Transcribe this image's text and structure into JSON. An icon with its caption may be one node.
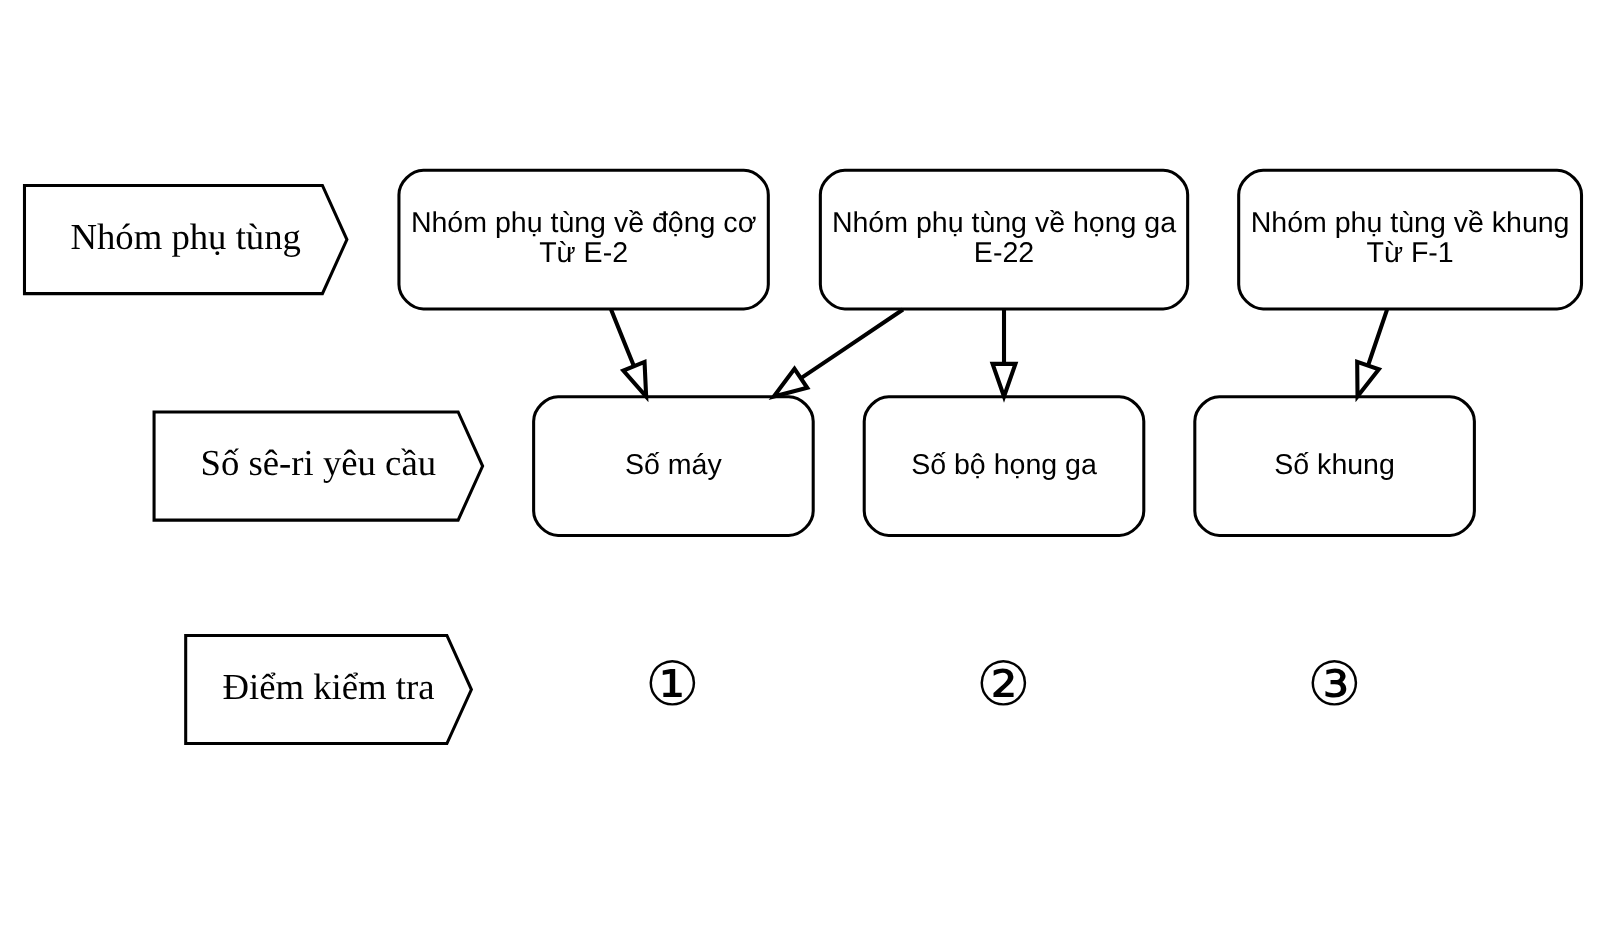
{
  "diagram": {
    "nodes": [
      {
        "text": [
          "Nhóm phụ tùng"
        ]
      },
      {
        "text": [
          "Nhóm phụ tùng về động cơ",
          "Từ E-2"
        ]
      },
      {
        "text": [
          "Nhóm phụ tùng về họng ga",
          "E-22"
        ]
      },
      {
        "text": [
          "Nhóm phụ tùng về khung",
          "Từ F-1"
        ]
      },
      {
        "text": [
          "Số sê-ri yêu cầu"
        ]
      },
      {
        "text": [
          "Số máy"
        ]
      },
      {
        "text": [
          "Số bộ họng ga"
        ]
      },
      {
        "text": [
          "Số khung"
        ]
      },
      {
        "text": [
          "Điểm kiểm tra"
        ]
      }
    ],
    "edges": [
      {
        "from": 1,
        "to": 5,
        "arrow": "to"
      },
      {
        "from": 2,
        "to": 5,
        "arrow": "to"
      },
      {
        "from": 2,
        "to": 6,
        "arrow": "to"
      },
      {
        "from": 3,
        "to": 7,
        "arrow": "to"
      }
    ],
    "labels": [
      "①",
      "②",
      "③"
    ]
  }
}
